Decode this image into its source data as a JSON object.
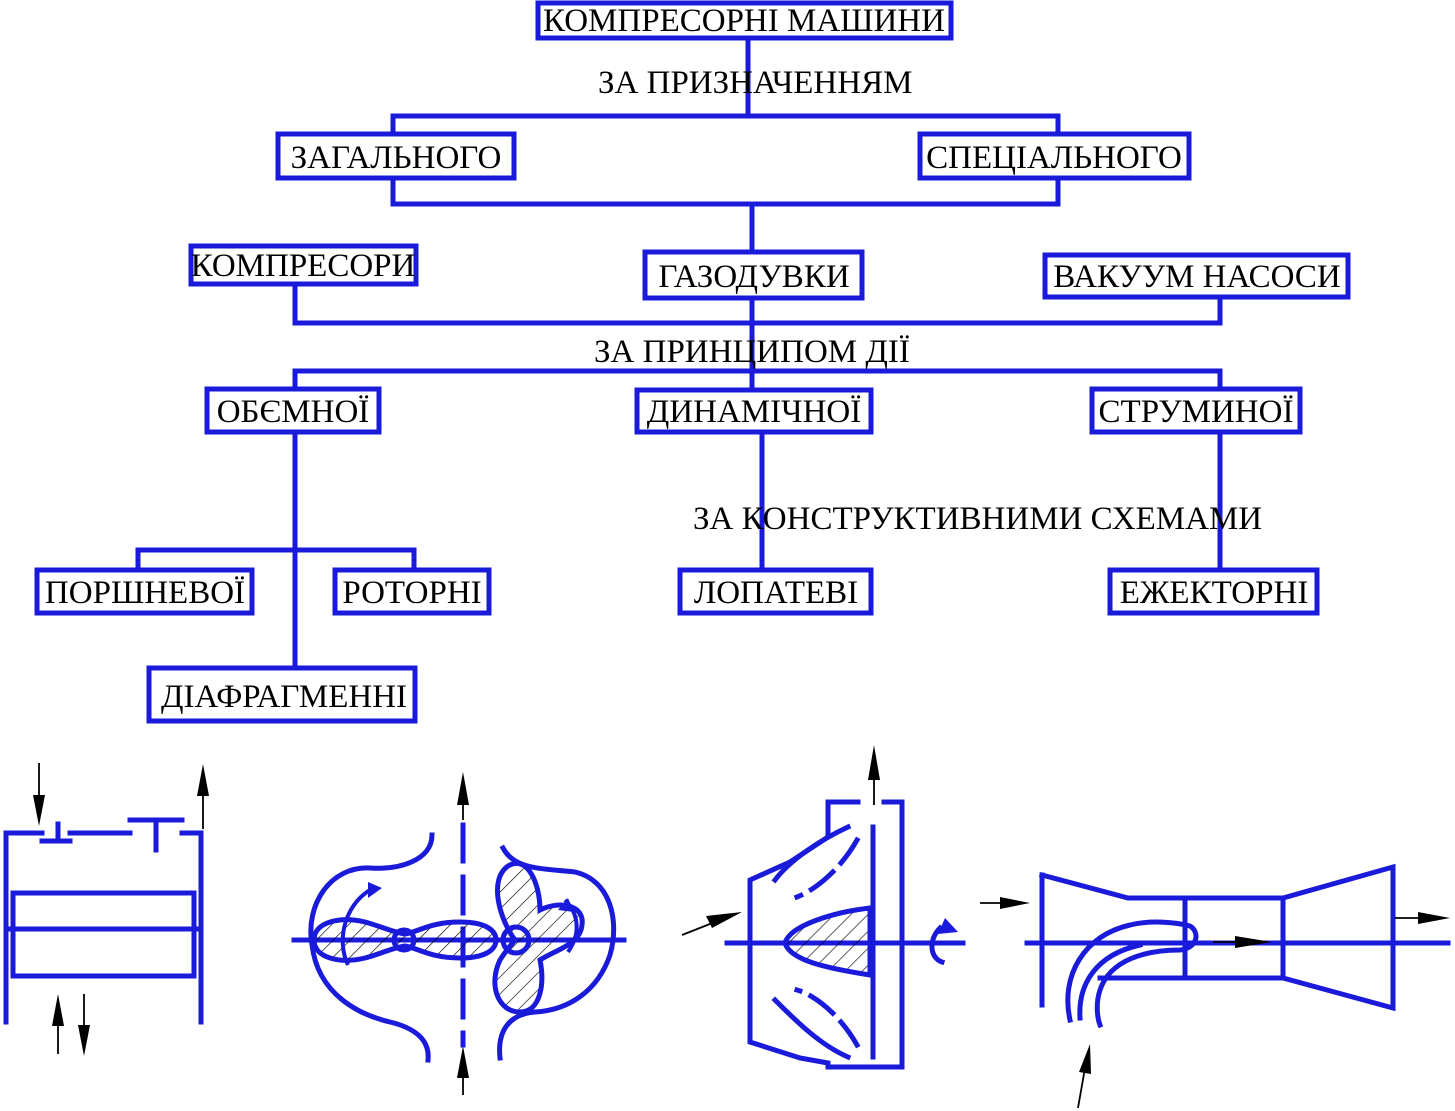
{
  "nodes": {
    "root": "КОМПРЕСОРНІ МАШИНИ",
    "general": "ЗАГАЛЬНОГО",
    "special": "СПЕЦІАЛЬНОГО",
    "compressors": "КОМПРЕСОРИ",
    "blowers": "ГАЗОДУВКИ",
    "vacuum_pumps": "ВАКУУМ НАСОСИ",
    "volumetric": "ОБЄМНОЇ",
    "dynamic": "ДИНАМІЧНОЇ",
    "jet": "СТРУМИНОЇ",
    "piston": "ПОРШНЕВОЇ",
    "rotary": "РОТОРНІ",
    "diaphragm": "ДІАФРАГМЕННІ",
    "vane": "ЛОПАТЕВІ",
    "ejector": "ЕЖЕКТОРНІ"
  },
  "edge_labels": {
    "by_purpose": "ЗА ПРИЗНАЧЕННЯМ",
    "by_principle": "ЗА ПРИНЦИПОМ ДІЇ",
    "by_design": "ЗА КОНСТРУКТИВНИМИ СХЕМАМИ"
  },
  "colors": {
    "diagram_blue": "#1a1adb",
    "text": "#000000",
    "background": "#ffffff"
  },
  "sketches": [
    "piston-compressor-sketch",
    "rotary-blower-sketch",
    "centrifugal-impeller-sketch",
    "ejector-sketch"
  ]
}
